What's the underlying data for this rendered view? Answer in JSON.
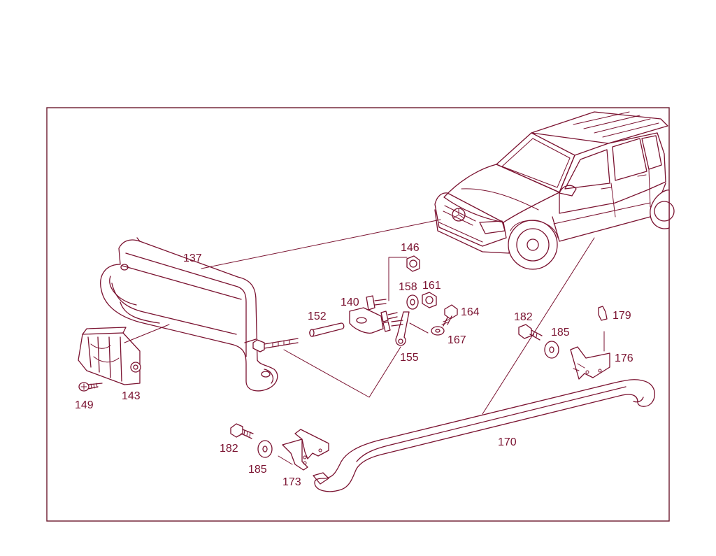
{
  "colors": {
    "line": "#7a1230",
    "frame": "#6b1a2e",
    "background": "#ffffff"
  },
  "labels": {
    "p137": "137",
    "p140": "140",
    "p143": "143",
    "p146": "146",
    "p149": "149",
    "p152": "152",
    "p155": "155",
    "p158": "158",
    "p161": "161",
    "p164": "164",
    "p167": "167",
    "p170": "170",
    "p173": "173",
    "p176": "176",
    "p179": "179",
    "p182a": "182",
    "p182b": "182",
    "p185a": "185",
    "p185b": "185"
  }
}
